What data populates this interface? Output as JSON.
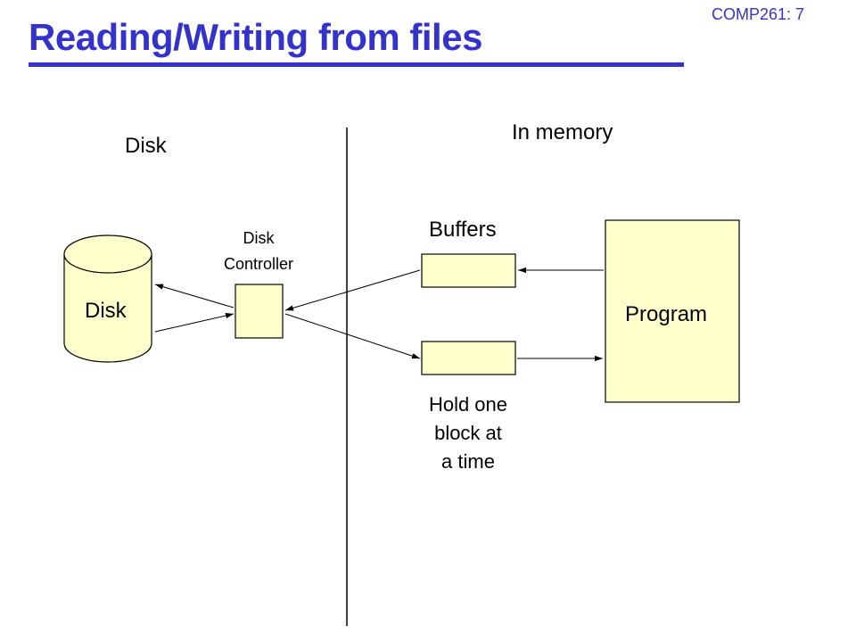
{
  "slide": {
    "course_label": "COMP261: 7",
    "title": "Reading/Writing from files"
  },
  "diagram": {
    "region_left_label": "Disk",
    "region_right_label": "In memory",
    "disk_label": "Disk",
    "controller_label": [
      "Disk",
      "Controller"
    ],
    "buffers_label": "Buffers",
    "program_label": "Program",
    "buffer_note": [
      "Hold one",
      "block at",
      "a time"
    ]
  },
  "colors": {
    "title": "#3333cc",
    "box_fill": "#ffffcc",
    "stroke": "#000000"
  }
}
